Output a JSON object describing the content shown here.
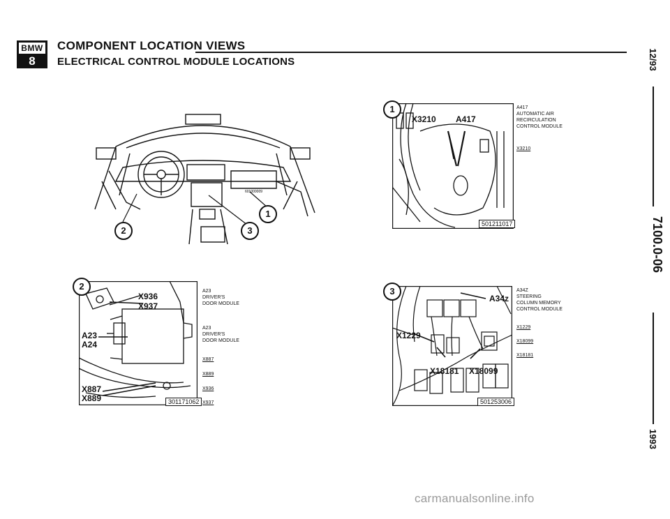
{
  "header": {
    "logo_text": "BMW",
    "logo_series": "8",
    "title": "COMPONENT LOCATION VIEWS",
    "subtitle": "ELECTRICAL CONTROL MODULE LOCATIONS"
  },
  "side_labels": {
    "date": "12/93",
    "page": "7100.0-06",
    "year": "1993"
  },
  "overview": {
    "callouts": [
      "1",
      "2",
      "3"
    ],
    "part_number": "601000009"
  },
  "detail_1": {
    "ref": "1",
    "callouts": [
      "X3210",
      "A417"
    ],
    "part_number": "501211017",
    "labels": [
      "A417",
      "AUTOMATIC AIR",
      "RECIRCULATION",
      "CONTROL MODULE"
    ],
    "connector_labels": [
      "X3210"
    ]
  },
  "detail_2": {
    "ref": "2",
    "callouts": [
      "X936",
      "X937",
      "A23",
      "A24",
      "X887",
      "X889"
    ],
    "part_number": "301171062",
    "labels_a23": [
      "A23",
      "DRIVER'S",
      "DOOR MODULE"
    ],
    "labels_a24": [
      "A23",
      "DRIVER'S",
      "DOOR MODULE"
    ],
    "connector_labels": [
      "X887",
      "X889",
      "X936",
      "X937"
    ]
  },
  "detail_3": {
    "ref": "3",
    "callouts": [
      "A34z",
      "X1229",
      "X18181",
      "X18099"
    ],
    "part_number": "501253006",
    "labels": [
      "A34z",
      "STEERING",
      "COLUMN MEMORY",
      "CONTROL MODULE"
    ],
    "connector_labels": [
      "X1229",
      "X18099",
      "X18181"
    ]
  },
  "watermark": "carmanualsonline.info"
}
